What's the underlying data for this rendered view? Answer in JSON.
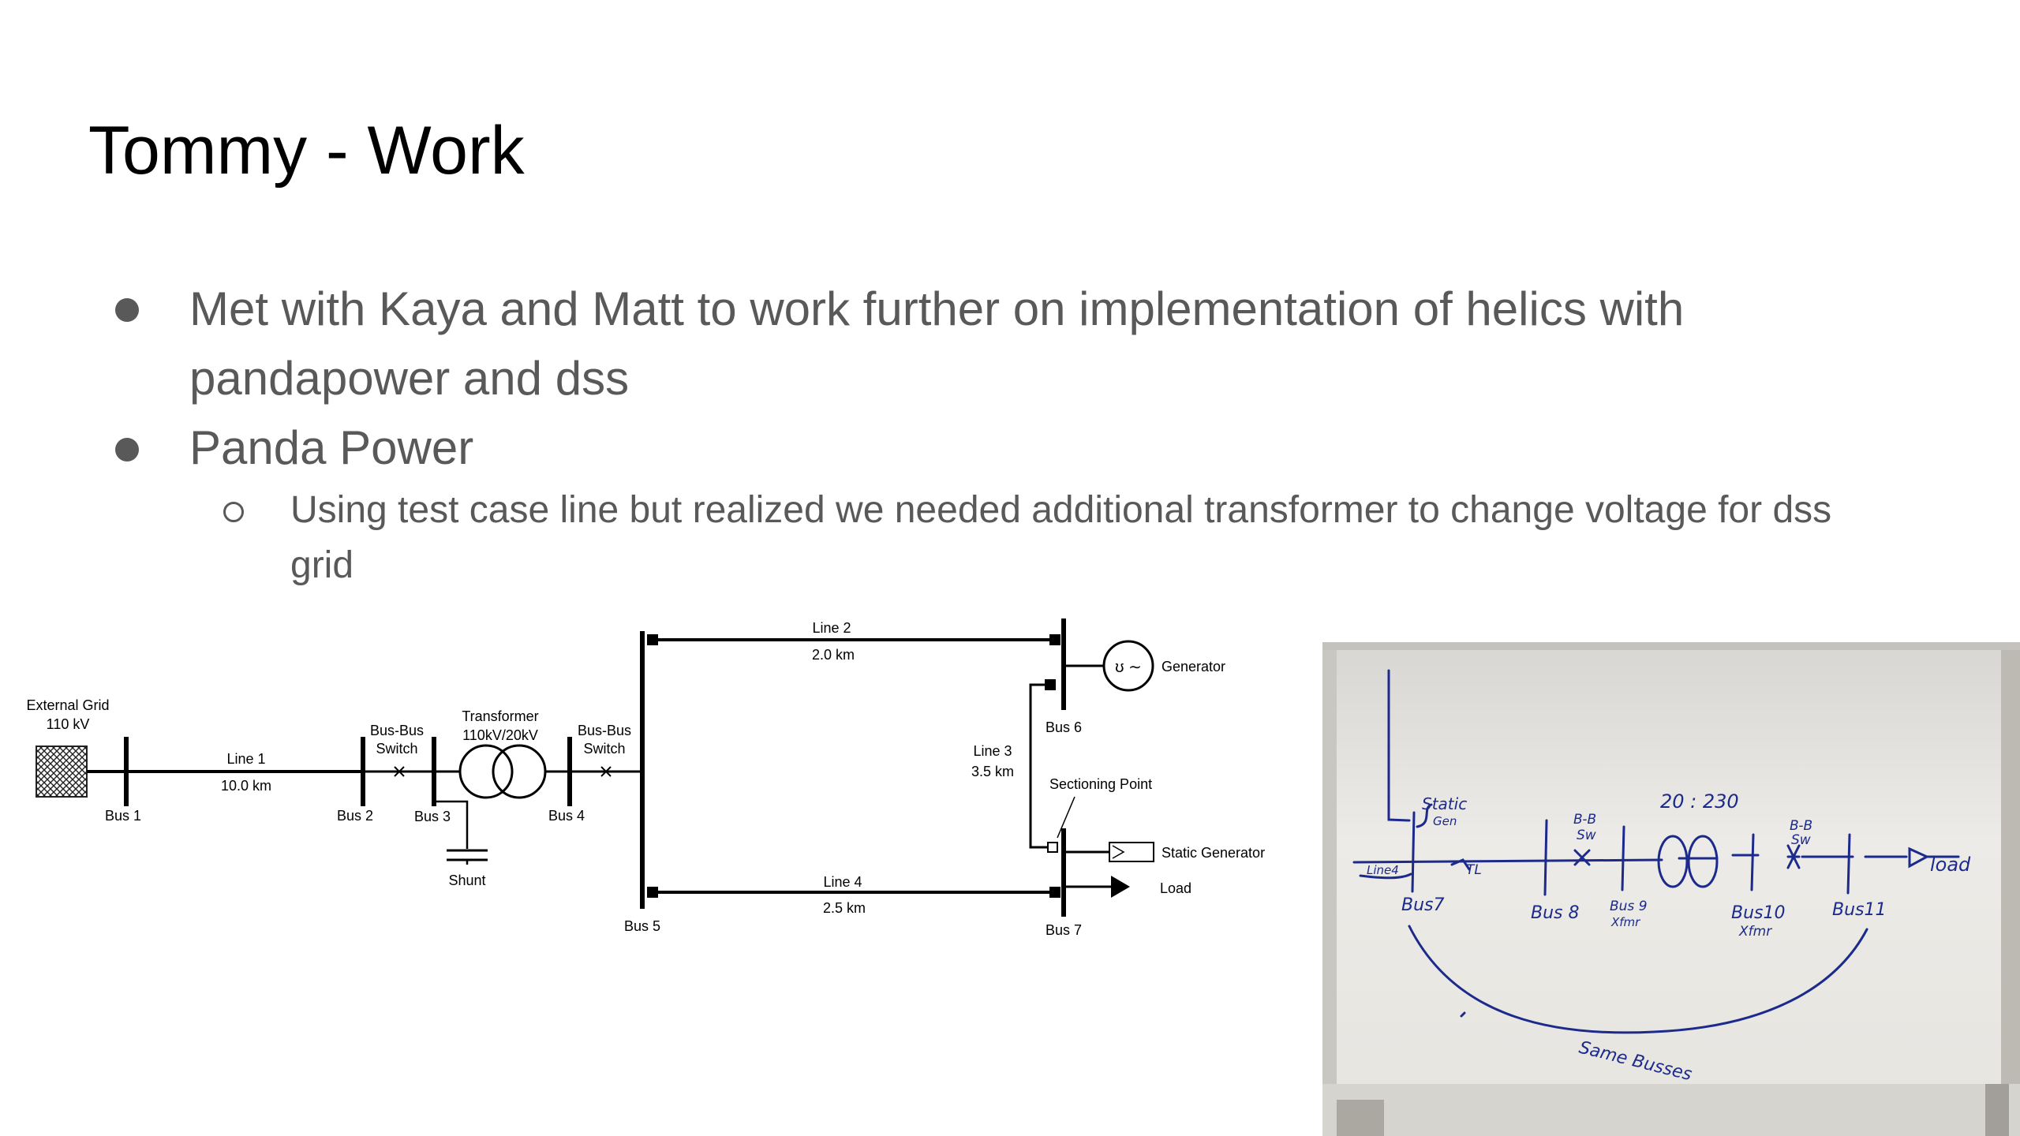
{
  "slide": {
    "title": "Tommy - Work",
    "bullets": [
      {
        "text_line1": "Met with Kaya and Matt to work further on implementation of helics with",
        "text_line2": "pandapower and dss"
      },
      {
        "text": "Panda Power",
        "sub": [
          {
            "text_line1": "Using test case line but realized we needed additional transformer to change voltage for dss",
            "text_line2": "grid"
          }
        ]
      }
    ]
  },
  "diagram": {
    "external_grid": "External Grid",
    "external_grid_kv": "110 kV",
    "bus1": "Bus 1",
    "bus2": "Bus 2",
    "bus3": "Bus 3",
    "bus4": "Bus 4",
    "bus5": "Bus 5",
    "bus6": "Bus 6",
    "bus7": "Bus 7",
    "line1": "Line 1",
    "line1_len": "10.0 km",
    "line2": "Line 2",
    "line2_len": "2.0 km",
    "line3": "Line 3",
    "line3_len": "3.5 km",
    "line4": "Line 4",
    "line4_len": "2.5 km",
    "switch_a_l1": "Bus-Bus",
    "switch_a_l2": "Switch",
    "switch_b_l1": "Bus-Bus",
    "switch_b_l2": "Switch",
    "transformer": "Transformer",
    "transformer_rating": "110kV/20kV",
    "shunt": "Shunt",
    "generator": "Generator",
    "sectioning_point": "Sectioning Point",
    "static_generator": "Static Generator",
    "load": "Load"
  },
  "whiteboard": {
    "static_gen_l1": "Static",
    "static_gen_l2": "Gen",
    "ratio": "20 : 230",
    "bb_sw1_l1": "B-B",
    "bb_sw1_l2": "Sw",
    "bb_sw2_l1": "B-B",
    "bb_sw2_l2": "Sw",
    "line4": "Line4",
    "tl": "TL",
    "bus7": "Bus7",
    "bus8": "Bus 8",
    "bus9": "Bus 9",
    "bus9_sub": "Xfmr",
    "bus10": "Bus10",
    "bus10_sub": "Xfmr",
    "bus11": "Bus11",
    "load": "load",
    "same_busses": "Same Busses"
  }
}
